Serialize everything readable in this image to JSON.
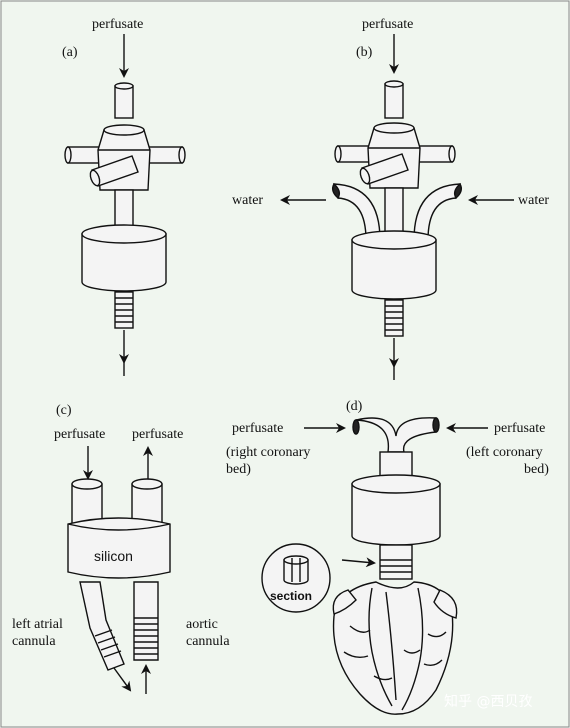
{
  "panels": {
    "a": {
      "label": "(a)",
      "input_label": "perfusate"
    },
    "b": {
      "label": "(b)",
      "input_label": "perfusate",
      "left_label": "water",
      "right_label": "water"
    },
    "c": {
      "label": "(c)",
      "in_label": "perfusate",
      "out_label": "perfusate",
      "block_label": "silicon",
      "atrial_label_1": "left atrial",
      "atrial_label_2": "cannula",
      "aortic_label_1": "aortic",
      "aortic_label_2": "cannula"
    },
    "d": {
      "label": "(d)",
      "left_label": "perfusate",
      "left_sub_1": "(right coronary",
      "left_sub_2": "bed)",
      "right_label": "perfusate",
      "right_sub_1": "(left coronary",
      "right_sub_2": "bed)",
      "inset_label": "section"
    }
  },
  "watermark": "知乎 @西贝孜",
  "colors": {
    "background": "#f0f6ef",
    "ink": "#111111"
  }
}
